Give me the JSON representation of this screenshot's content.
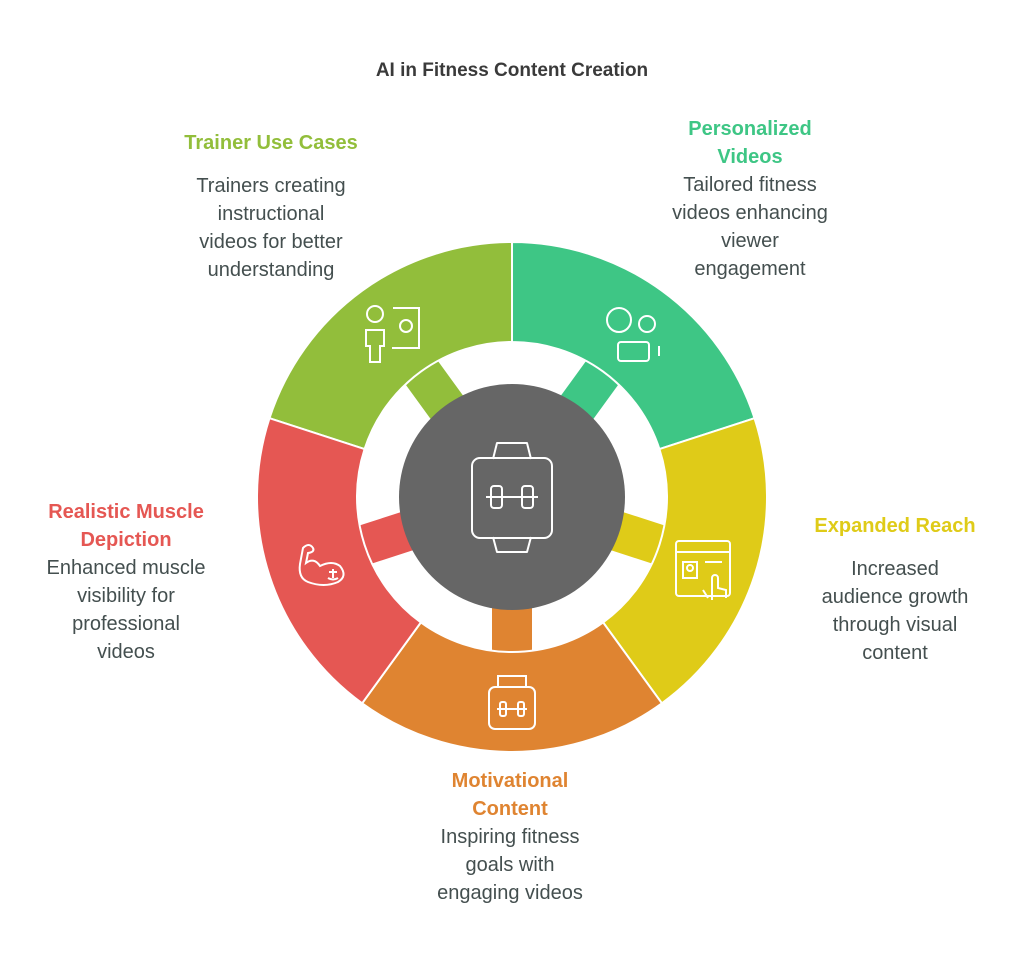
{
  "title": "AI in Fitness Content Creation",
  "colors": {
    "center": "#666666",
    "text": "#444f4f"
  },
  "segments": [
    {
      "key": "trainer",
      "title_lines": [
        "Trainer Use Cases"
      ],
      "desc_lines": [
        "Trainers creating",
        "instructional",
        "videos for better",
        "understanding"
      ],
      "color": "#92BE3B",
      "icon": "trainer-whiteboard-icon"
    },
    {
      "key": "personalized",
      "title_lines": [
        "Personalized",
        "Videos"
      ],
      "desc_lines": [
        "Tailored fitness",
        "videos enhancing",
        "viewer",
        "engagement"
      ],
      "color": "#3EC685",
      "icon": "video-camera-icon"
    },
    {
      "key": "reach",
      "title_lines": [
        "Expanded Reach"
      ],
      "desc_lines": [
        "Increased",
        "audience growth",
        "through visual",
        "content"
      ],
      "color": "#DFCB18",
      "icon": "web-profile-touch-icon"
    },
    {
      "key": "motivational",
      "title_lines": [
        "Motivational",
        "Content"
      ],
      "desc_lines": [
        "Inspiring fitness",
        "goals with",
        "engaging videos"
      ],
      "color": "#DF8431",
      "icon": "supplement-jar-icon"
    },
    {
      "key": "muscle",
      "title_lines": [
        "Realistic Muscle",
        "Depiction"
      ],
      "desc_lines": [
        "Enhanced muscle",
        "visibility for",
        "professional",
        "videos"
      ],
      "color": "#E55753",
      "icon": "flexed-arm-icon"
    }
  ],
  "center_icon": "smartwatch-dumbbell-icon"
}
